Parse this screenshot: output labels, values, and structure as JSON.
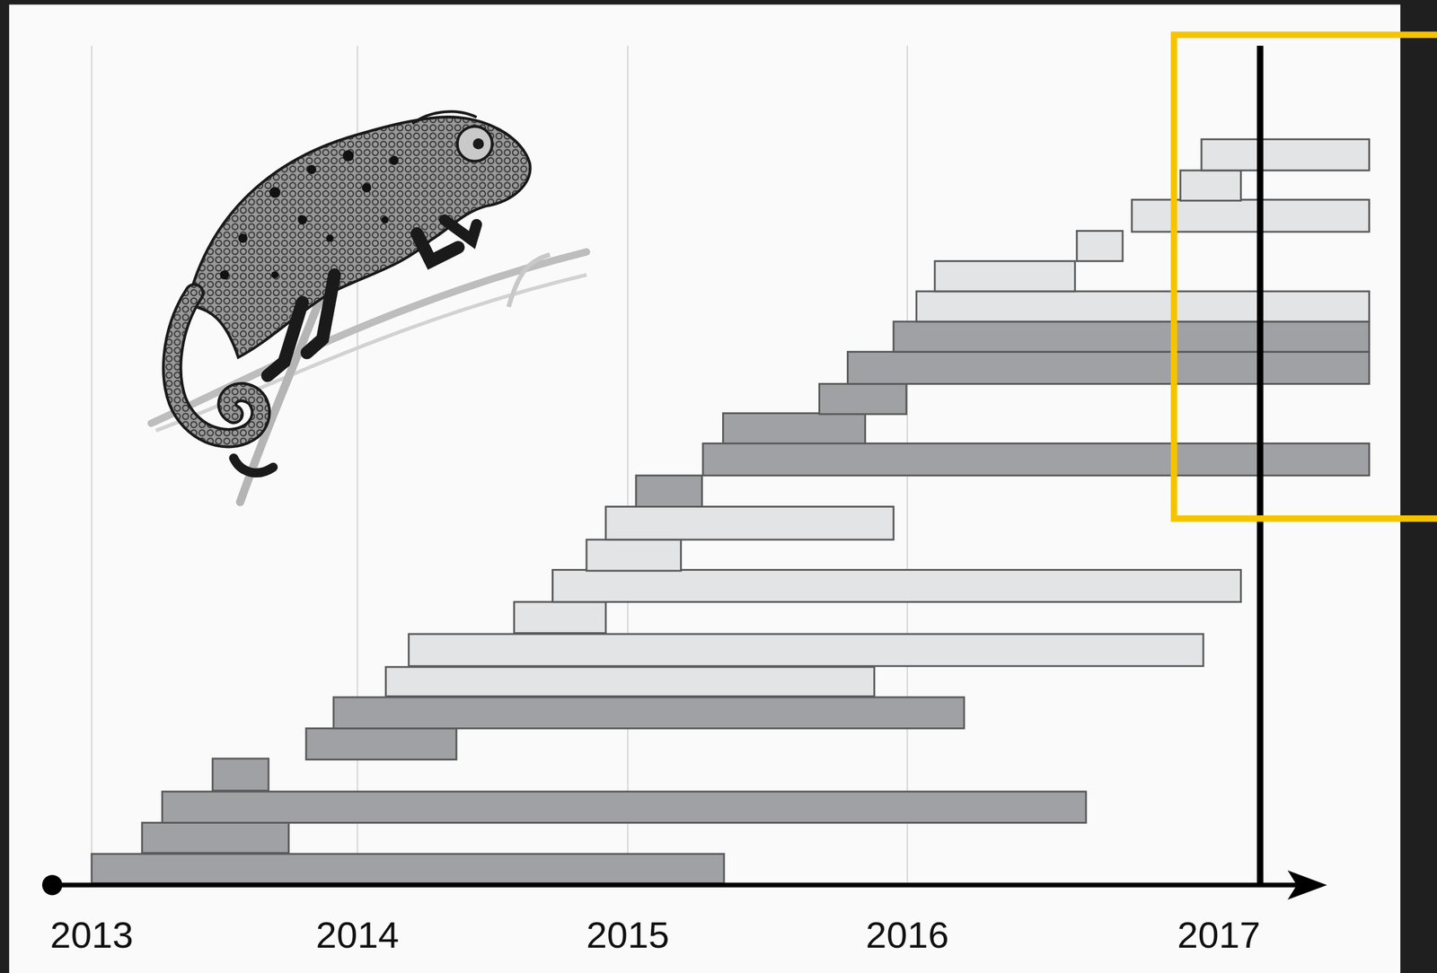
{
  "diagram": {
    "labels": [
      "2013",
      "2014",
      "2015",
      "2016",
      "2017"
    ]
  }
}
